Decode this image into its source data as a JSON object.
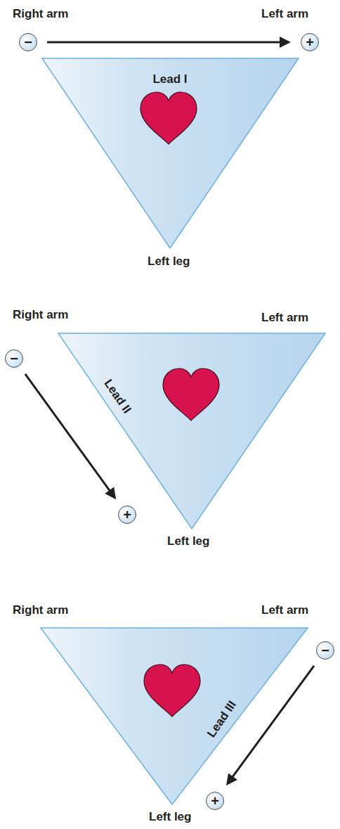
{
  "diagram": {
    "nodes": [
      {
        "text": [
          "−"
        ]
      },
      {
        "text": [
          "+"
        ]
      },
      {
        "text": [
          "Lead I"
        ]
      },
      {
        "text": [
          "−"
        ]
      },
      {
        "text": [
          "Lead II"
        ]
      },
      {
        "text": [
          "+"
        ]
      },
      {
        "text": [
          "−"
        ]
      },
      {
        "text": [
          "Lead III"
        ]
      },
      {
        "text": [
          "+"
        ]
      }
    ],
    "edges": [
      {
        "from": 0,
        "to": 1,
        "arrow": "to"
      },
      {
        "from": 3,
        "to": 5,
        "arrow": "to"
      },
      {
        "from": 6,
        "to": 8,
        "arrow": "to"
      }
    ],
    "labels": [
      "Right arm",
      "Left arm",
      "Left leg",
      "Right arm",
      "Left arm",
      "Left leg",
      "Right arm",
      "Left arm",
      "Left leg"
    ]
  }
}
